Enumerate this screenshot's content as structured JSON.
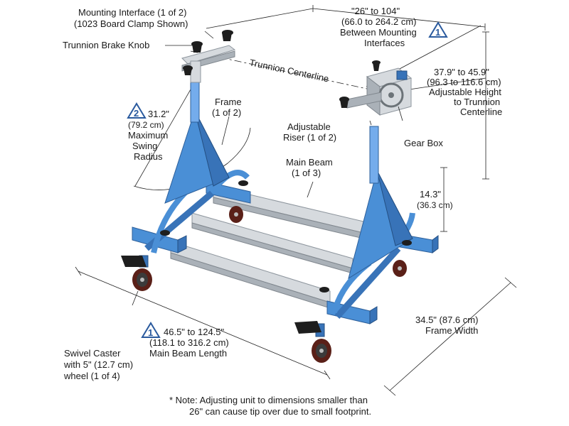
{
  "labels": {
    "mounting_interface": [
      "Mounting Interface (1 of 2)",
      "(1023 Board Clamp Shown)"
    ],
    "trunnion_brake_knob": "Trunnion Brake Knob",
    "between_interfaces": [
      "\"26\" to 104\"",
      "(66.0 to 264.2 cm)",
      "Between Mounting",
      "Interfaces"
    ],
    "trunnion_centerline": "Trunnion Centerline",
    "adjustable_height": [
      "37.9\" to 45.9\"",
      "(96.3 to 116.6 cm)",
      "Adjustable Height",
      "to Trunnion",
      "Centerline"
    ],
    "swing_radius": [
      "31.2\"",
      "(79.2 cm)",
      "Maximum",
      "Swing",
      "Radius"
    ],
    "frame": [
      "Frame",
      "(1 of 2)"
    ],
    "adjustable_riser": [
      "Adjustable",
      "Riser (1 of 2)"
    ],
    "gear_box": "Gear Box",
    "main_beam": [
      "Main Beam",
      "(1 of 3)"
    ],
    "riser_height": [
      "14.3\"",
      "(36.3 cm)"
    ],
    "frame_width": [
      "34.5\" (87.6 cm)",
      "Frame Width"
    ],
    "beam_length": [
      "46.5\" to 124.5\"",
      "(118.1 to 316.2 cm)",
      "Main Beam Length"
    ],
    "swivel_caster": [
      "Swivel Caster",
      "with 5\" (12.7 cm)",
      "wheel (1 of 4)"
    ]
  },
  "badges": {
    "between_interfaces": "1",
    "swing_radius": "2",
    "beam_length": "1"
  },
  "note": [
    "* Note: Adjusting unit to dimensions smaller than",
    "26\" can cause tip over due to small footprint."
  ],
  "colors": {
    "frame_blue": "#4a8fd6",
    "beam_aluminum": "#d6dade",
    "badge_blue": "#2a5a9e"
  }
}
